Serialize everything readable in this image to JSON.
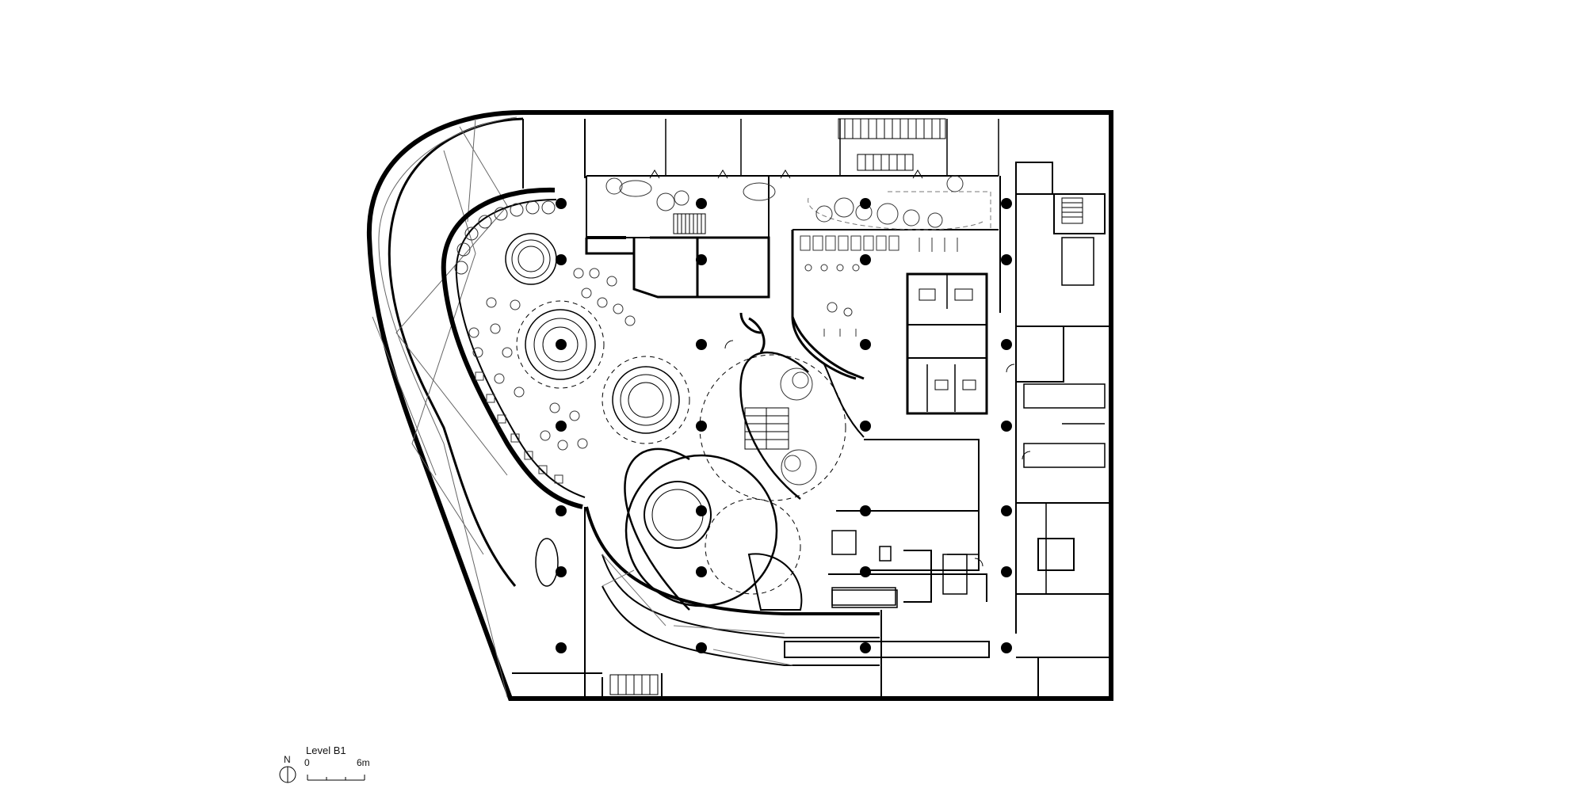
{
  "legend": {
    "title": "Level B1",
    "north": "N",
    "scale_start": "0",
    "scale_end": "6m"
  },
  "colors": {
    "ink": "#000000",
    "fine_line": "#555555",
    "paper": "#ffffff"
  }
}
